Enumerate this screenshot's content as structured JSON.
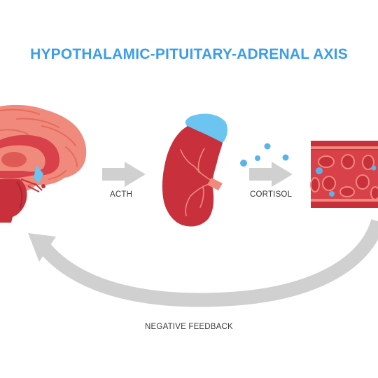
{
  "title": "HYPOTHALAMIC-PITUITARY-ADRENAL AXIS",
  "labels": {
    "acth": "ACTH",
    "cortisol": "CORTISOL",
    "feedback": "NEGATIVE FEEDBACK"
  },
  "icons": {
    "brain": "brain-icon",
    "adrenal": "adrenal-gland-icon",
    "vessel": "blood-vessel-icon",
    "arrow": "right-arrow-icon",
    "feedback_arrow": "curved-feedback-arrow-icon"
  },
  "colors": {
    "title": "#3b9de8",
    "organ_red": "#c8303c",
    "brain_pink": "#f08a7c",
    "adrenal_blue": "#6cc4f0",
    "molecule_blue": "#5ab4e8",
    "arrow_gray": "#d0d0d0"
  }
}
